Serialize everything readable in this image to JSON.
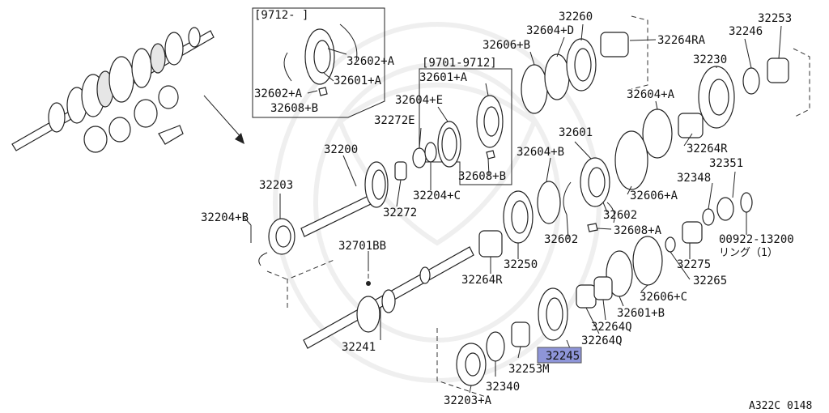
{
  "diagram": {
    "labels": {
      "l32260": "32260",
      "l32253": "32253",
      "l32604d": "32604+D",
      "l32606b": "32606+B",
      "l32264ra": "32264RA",
      "l32246": "32246",
      "l32230": "32230",
      "l9712": "[9712-      ]",
      "l32602a_top": "32602+A",
      "l32601a_box": "32601+A",
      "l32602a_left": "32602+A",
      "l32608b_box": "32608+B",
      "l9701": "[9701-9712]",
      "l32601a_mid": "32601+A",
      "l32604e": "32604+E",
      "l32604a": "32604+A",
      "l32272e": "32272E",
      "l32601": "32601",
      "l32264r_right": "32264R",
      "l32200": "32200",
      "l32604b": "32604+B",
      "l32608b_mid": "32608+B",
      "l32348": "32348",
      "l32351": "32351",
      "l32204c": "32204+C",
      "l32606a": "32606+A",
      "l32203": "32203",
      "l32272": "32272",
      "l32602_a": "32602",
      "l32204b": "32204+B",
      "l32602_b": "32602",
      "l32608a": "32608+A",
      "l00922": "00922-13200",
      "l_ring": "リング（1）",
      "l32701bb": "32701BB",
      "l32275": "32275",
      "l32250": "32250",
      "l32264r_left": "32264R",
      "l32265": "32265",
      "l32606c": "32606+C",
      "l32601b": "32601+B",
      "l32264q_a": "32264Q",
      "l32264q_b": "32264Q",
      "l32241": "32241",
      "l32245": "32245",
      "l32253m": "32253M",
      "l32340": "32340",
      "l32203a": "32203+A",
      "l_ref": "A322C 0148"
    }
  }
}
